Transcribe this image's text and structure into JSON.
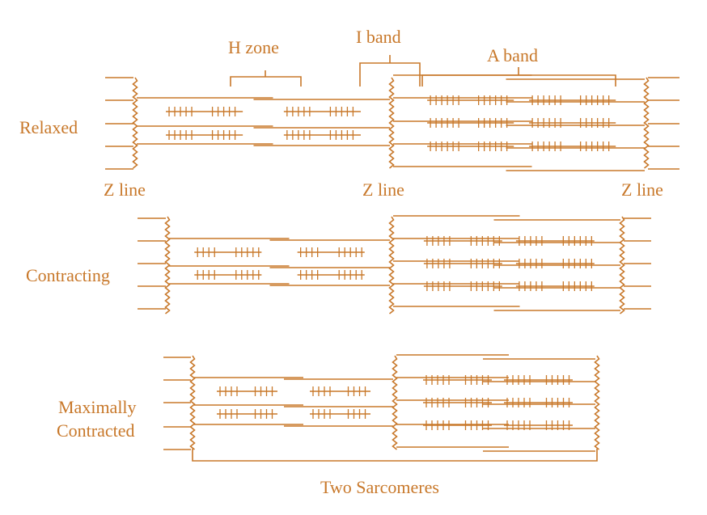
{
  "colors": {
    "ink": "#c8782a",
    "background": "#ffffff"
  },
  "labels": {
    "h_zone": "H zone",
    "i_band": "I band",
    "a_band": "A band",
    "z_line_left": "Z line",
    "z_line_mid": "Z line",
    "z_line_right": "Z line",
    "two_sarcomeres": "Two Sarcomeres"
  },
  "stages": [
    {
      "key": "relaxed",
      "label_lines": [
        "Relaxed"
      ]
    },
    {
      "key": "contracting",
      "label_lines": [
        "Contracting"
      ]
    },
    {
      "key": "maximally_contracted",
      "label_lines": [
        "Maximally",
        "Contracted"
      ]
    }
  ]
}
